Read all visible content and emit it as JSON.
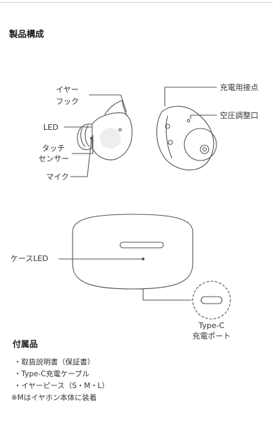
{
  "page": {
    "title": "製品構成"
  },
  "earbud_labels": {
    "ear_hook": [
      "イヤー",
      "フック"
    ],
    "led": "LED",
    "touch_sensor": [
      "タッチ",
      "センサー"
    ],
    "mic": "マイク",
    "charging_contacts": "充電用接点",
    "pressure_vent": "空圧調整口"
  },
  "case_labels": {
    "case_led": "ケースLED",
    "port": [
      "Type-C",
      "充電ポート"
    ]
  },
  "accessories": {
    "heading": "付属品",
    "items": [
      "・取扱説明書（保証書）",
      "・Type-C充電ケーブル",
      "・イヤーピース（S・M・L）"
    ],
    "note": "※Mはイヤホン本体に装着"
  },
  "colors": {
    "line": "#555555",
    "text": "#333333",
    "sensor_fill": "#eeeeee"
  }
}
